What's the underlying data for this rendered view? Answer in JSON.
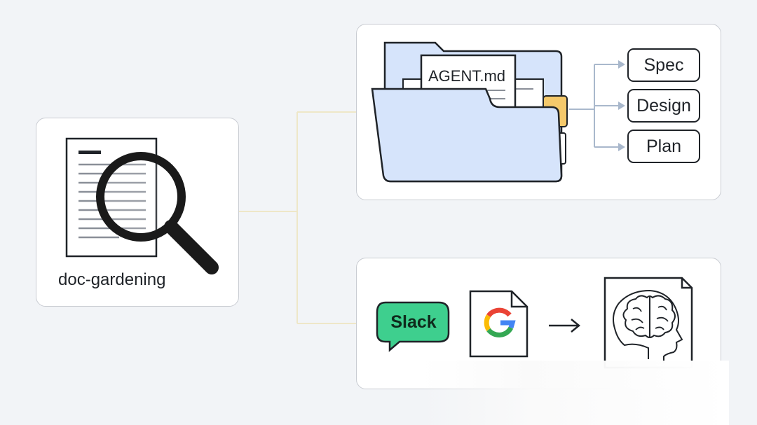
{
  "doc_card": {
    "label": "doc-gardening"
  },
  "agent_card": {
    "file_label": "AGENT.md",
    "outputs": [
      "Spec",
      "Design",
      "Plan"
    ]
  },
  "source_card": {
    "chat_label": "Slack"
  },
  "colors": {
    "background": "#f2f4f7",
    "folder_fill": "#d6e4fb",
    "tab_yellow": "#f5c96b",
    "connector": "#eee7c8",
    "arrow_blue": "#a9b8cc",
    "slack_green": "#3ecf8e",
    "google_blue": "#4285f4",
    "google_red": "#ea4335",
    "google_yellow": "#fbbc05",
    "google_green": "#34a853"
  },
  "icons": [
    "document-icon",
    "magnifier-icon",
    "folder-icon",
    "chat-bubble-icon",
    "google-doc-icon",
    "arrow-right-icon",
    "brain-head-icon"
  ]
}
